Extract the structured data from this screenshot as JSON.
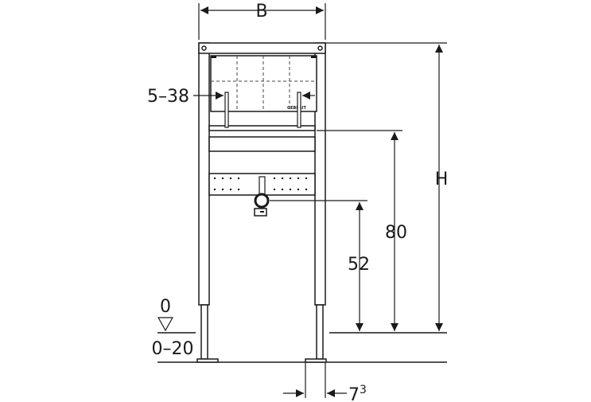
{
  "diagram": {
    "labels": {
      "width": "B",
      "height": "H",
      "spacing_range": "5–38",
      "dim_80": "80",
      "dim_52": "52",
      "floor_zero": "0",
      "floor_range": "0–20",
      "foot_offset_base": "7",
      "foot_offset_sup": "3"
    },
    "brand_text": "GEBERIT",
    "colors": {
      "line": "#1a1a1a",
      "frame_fill": "#ffffff",
      "dash": "#444444"
    }
  }
}
